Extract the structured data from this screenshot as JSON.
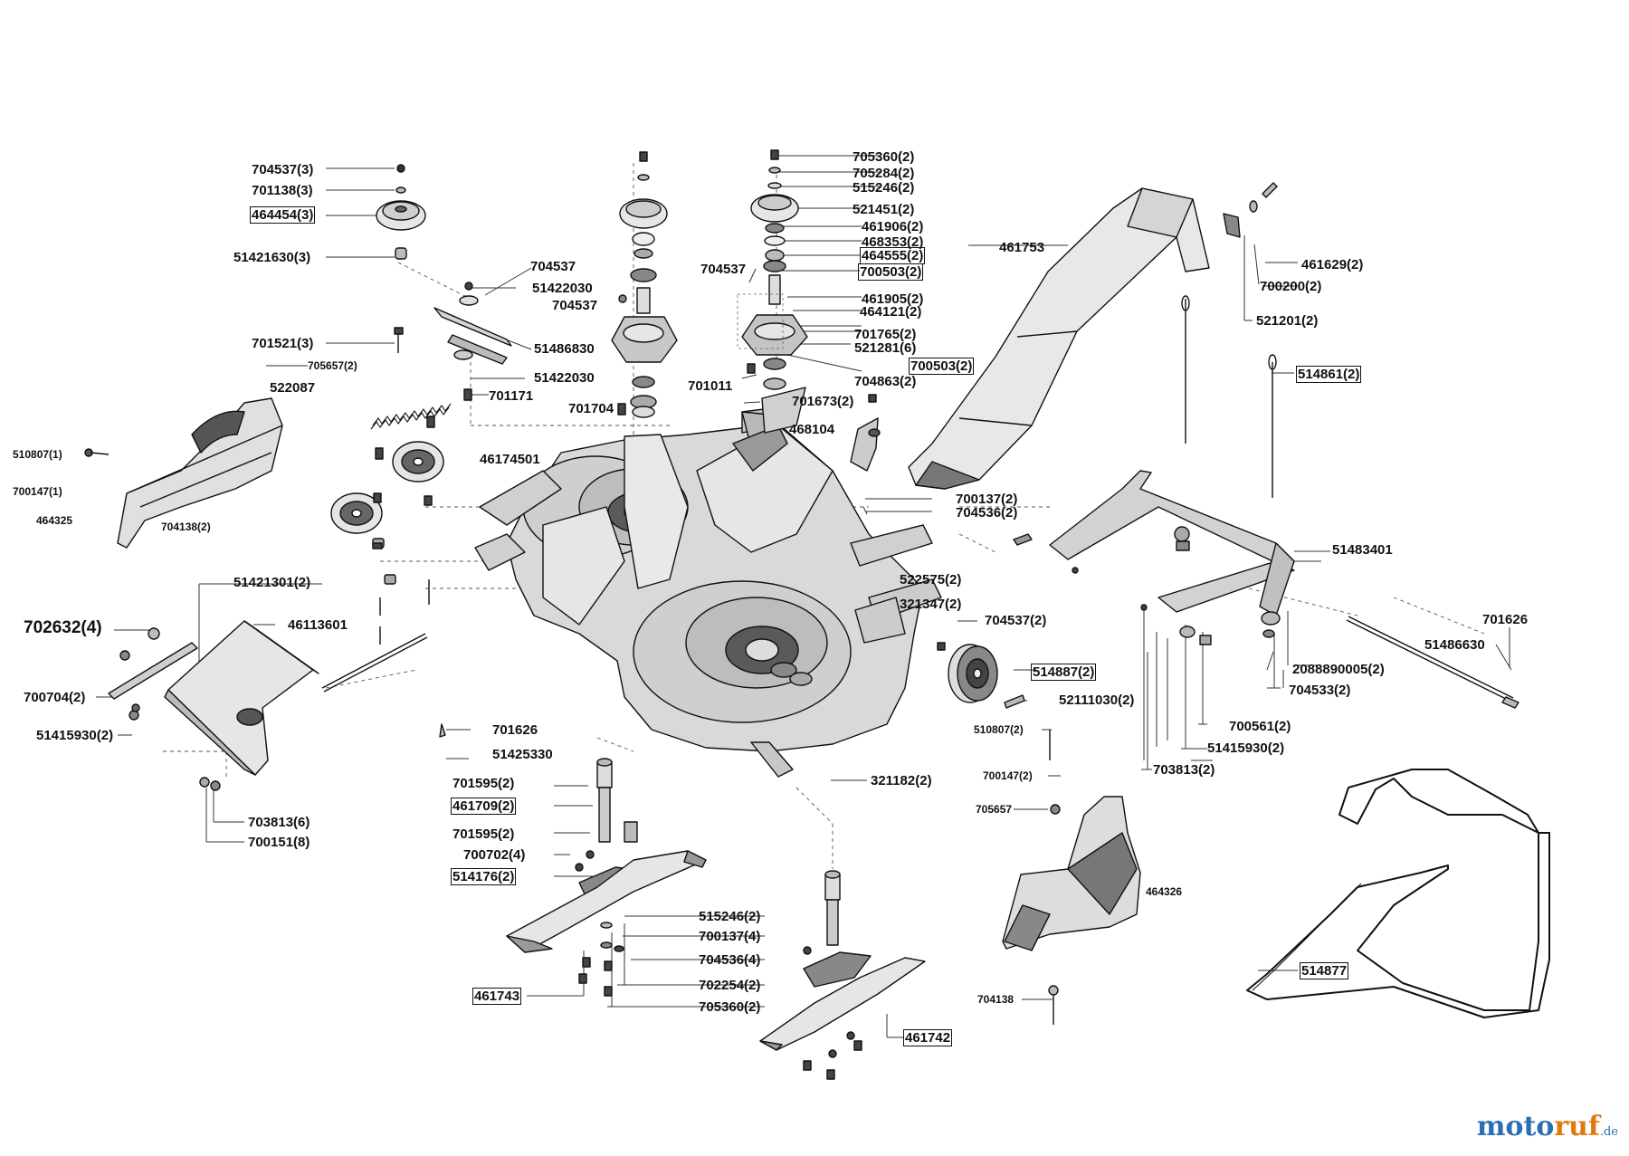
{
  "parts": [
    {
      "id": "p1",
      "text": "704537(3)"
    },
    {
      "id": "p2",
      "text": "701138(3)"
    },
    {
      "id": "p3",
      "text": "464454(3)",
      "boxed": true
    },
    {
      "id": "p4",
      "text": "51421630(3)"
    },
    {
      "id": "p5",
      "text": "704537"
    },
    {
      "id": "p6",
      "text": "51422030"
    },
    {
      "id": "p7",
      "text": "704537"
    },
    {
      "id": "p8",
      "text": "51486830"
    },
    {
      "id": "p9",
      "text": "701521(3)"
    },
    {
      "id": "p10",
      "text": "705657(2)"
    },
    {
      "id": "p11",
      "text": "51422030"
    },
    {
      "id": "p12",
      "text": "522087"
    },
    {
      "id": "p13",
      "text": "701171"
    },
    {
      "id": "p14",
      "text": "704537"
    },
    {
      "id": "p15",
      "text": "701704"
    },
    {
      "id": "p16",
      "text": "510807(1)"
    },
    {
      "id": "p17",
      "text": "700147(1)"
    },
    {
      "id": "p18",
      "text": "464325"
    },
    {
      "id": "p19",
      "text": "704138(2)"
    },
    {
      "id": "p20",
      "text": "46174501"
    },
    {
      "id": "p21",
      "text": "705360(2)"
    },
    {
      "id": "p22",
      "text": "705284(2)"
    },
    {
      "id": "p23",
      "text": "515246(2)"
    },
    {
      "id": "p24",
      "text": "521451(2)"
    },
    {
      "id": "p25",
      "text": "461906(2)"
    },
    {
      "id": "p26",
      "text": "468353(2)"
    },
    {
      "id": "p27",
      "text": "464555(2)",
      "boxed": true
    },
    {
      "id": "p28",
      "text": "700503(2)",
      "boxed": true
    },
    {
      "id": "p29",
      "text": "461905(2)"
    },
    {
      "id": "p30",
      "text": "464121(2)"
    },
    {
      "id": "p31",
      "text": "701765(2)"
    },
    {
      "id": "p32",
      "text": "521281(6)"
    },
    {
      "id": "p33",
      "text": "700503(2)",
      "boxed": true
    },
    {
      "id": "p34",
      "text": "704863(2)"
    },
    {
      "id": "p35",
      "text": "701011"
    },
    {
      "id": "p36",
      "text": "701673(2)"
    },
    {
      "id": "p37",
      "text": "468104"
    },
    {
      "id": "p38",
      "text": "461753"
    },
    {
      "id": "p39",
      "text": "461629(2)"
    },
    {
      "id": "p40",
      "text": "700200(2)"
    },
    {
      "id": "p41",
      "text": "521201(2)"
    },
    {
      "id": "p42",
      "text": "514861(2)",
      "boxed": true
    },
    {
      "id": "p43",
      "text": "700137(2)"
    },
    {
      "id": "p44",
      "text": "704536(2)"
    },
    {
      "id": "p45",
      "text": "51483401"
    },
    {
      "id": "p46",
      "text": "522575(2)"
    },
    {
      "id": "p47",
      "text": "321347(2)"
    },
    {
      "id": "p48",
      "text": "704537(2)"
    },
    {
      "id": "p49",
      "text": "514887(2)",
      "boxed": true
    },
    {
      "id": "p50",
      "text": "52111030(2)"
    },
    {
      "id": "p51",
      "text": "701626"
    },
    {
      "id": "p52",
      "text": "51486630"
    },
    {
      "id": "p53",
      "text": "2088890005(2)"
    },
    {
      "id": "p54",
      "text": "704533(2)"
    },
    {
      "id": "p55",
      "text": "700561(2)"
    },
    {
      "id": "p56",
      "text": "51415930(2)"
    },
    {
      "id": "p57",
      "text": "703813(2)"
    },
    {
      "id": "p58",
      "text": "51421301(2)"
    },
    {
      "id": "p59",
      "text": "702632(4)"
    },
    {
      "id": "p60",
      "text": "46113601"
    },
    {
      "id": "p61",
      "text": "700704(2)"
    },
    {
      "id": "p62",
      "text": "51415930(2)"
    },
    {
      "id": "p63",
      "text": "701626"
    },
    {
      "id": "p64",
      "text": "51425330"
    },
    {
      "id": "p65",
      "text": "703813(6)"
    },
    {
      "id": "p66",
      "text": "700151(8)"
    },
    {
      "id": "p67",
      "text": "701595(2)"
    },
    {
      "id": "p68",
      "text": "461709(2)",
      "boxed": true
    },
    {
      "id": "p69",
      "text": "701595(2)"
    },
    {
      "id": "p70",
      "text": "700702(4)"
    },
    {
      "id": "p71",
      "text": "514176(2)",
      "boxed": true
    },
    {
      "id": "p72",
      "text": "321182(2)"
    },
    {
      "id": "p73",
      "text": "510807(2)"
    },
    {
      "id": "p74",
      "text": "700147(2)"
    },
    {
      "id": "p75",
      "text": "705657"
    },
    {
      "id": "p76",
      "text": "464326"
    },
    {
      "id": "p77",
      "text": "704138"
    },
    {
      "id": "p78",
      "text": "515246(2)"
    },
    {
      "id": "p79",
      "text": "700137(4)"
    },
    {
      "id": "p80",
      "text": "704536(4)"
    },
    {
      "id": "p81",
      "text": "702254(2)"
    },
    {
      "id": "p82",
      "text": "705360(2)"
    },
    {
      "id": "p83",
      "text": "461743",
      "boxed": true
    },
    {
      "id": "p84",
      "text": "461742",
      "boxed": true
    },
    {
      "id": "p85",
      "text": "514877",
      "boxed": true
    }
  ],
  "watermark": {
    "part1": "moto",
    "part2": "ruf",
    "suffix": ".de"
  },
  "colors": {
    "line": "#111111",
    "fill": "#d9d9d9",
    "dark": "#444444",
    "mid": "#a8a8a8",
    "watermark_blue": "#2a6fb4",
    "watermark_orange": "#e07a10"
  }
}
